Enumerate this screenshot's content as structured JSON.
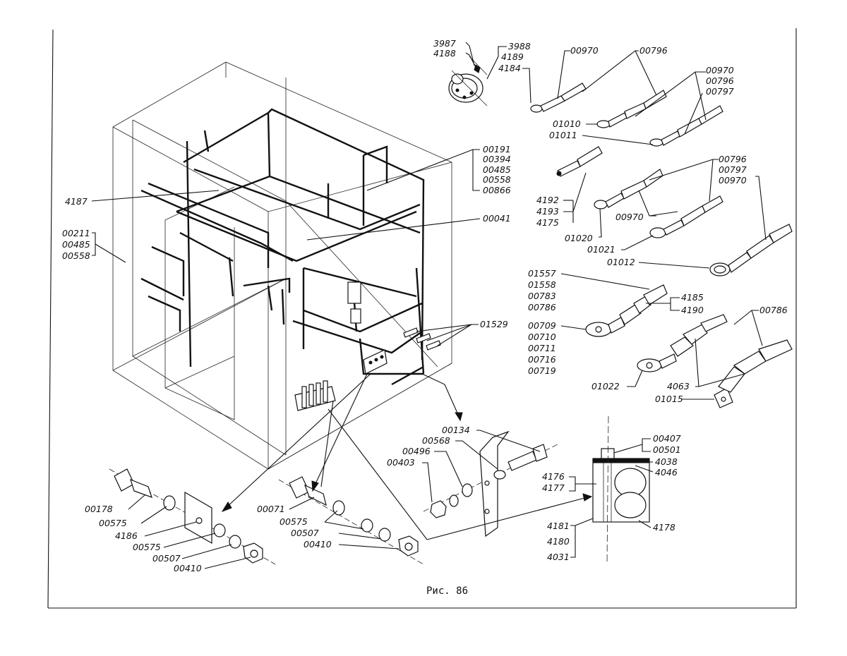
{
  "labels": {
    "top_bolt": [
      "3987",
      "4188"
    ],
    "top_ring": [
      "3988",
      "4189",
      "4184"
    ],
    "l00970a": "00970",
    "l00796a": "00796",
    "l00970b": "00970",
    "l00796b": "00796",
    "l00797b": "00797",
    "l01010": "01010",
    "l01011": "01011",
    "l00191": "00191",
    "l00394": "00394",
    "l00485a": "00485",
    "l00558a": "00558",
    "l00866": "00866",
    "l4187": "4187",
    "l00211": "00211",
    "l00485b": "00485",
    "l00558b": "00558",
    "l00041": "00041",
    "l4192": "4192",
    "l4193": "4193",
    "l4175": "4175",
    "l00796c": "00796",
    "l00797c": "00797",
    "l00970c": "00970",
    "l00970d": "00970",
    "l01020": "01020",
    "l01021": "01021",
    "l01012": "01012",
    "l01557": "01557",
    "l01558": "01558",
    "l00783": "00783",
    "l00786a": "00786",
    "l4185": "4185",
    "l4190": "4190",
    "l00786b": "00786",
    "l01529": "01529",
    "l00709": "00709",
    "l00710": "00710",
    "l00711": "00711",
    "l00716": "00716",
    "l00719": "00719",
    "l01022": "01022",
    "l4063": "4063",
    "l01015": "01015",
    "l00134": "00134",
    "l00568": "00568",
    "l00496": "00496",
    "l00403": "00403",
    "l00407": "00407",
    "l00501": "00501",
    "l4038": "4038",
    "l4046": "4046",
    "l4176": "4176",
    "l4177": "4177",
    "l4181": "4181",
    "l4180": "4180",
    "l4031": "4031",
    "l4178": "4178",
    "l00178": "00178",
    "l00575a": "00575",
    "l4186": "4186",
    "l00575b": "00575",
    "l00507a": "00507",
    "l00410a": "00410",
    "l00071": "00071",
    "l00575c": "00575",
    "l00507b": "00507",
    "l00410b": "00410"
  },
  "caption": "Рис. 86"
}
